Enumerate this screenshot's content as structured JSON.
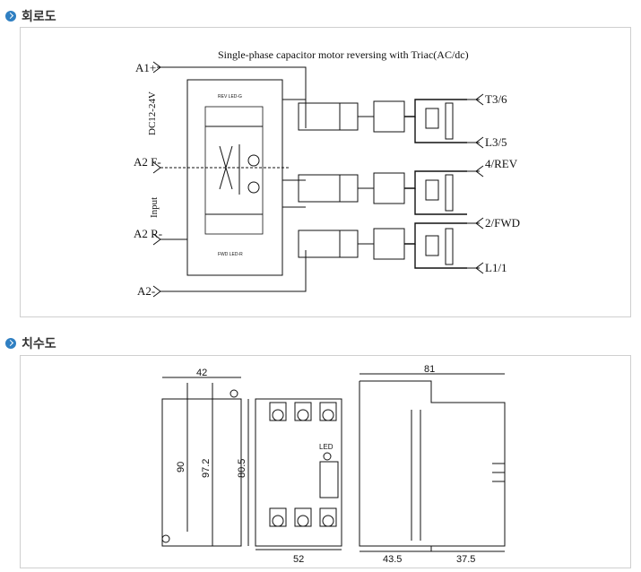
{
  "sections": {
    "circuit": {
      "heading": "회로도"
    },
    "dimensions": {
      "heading": "치수도"
    }
  },
  "circuit": {
    "title": "Single-phase capacitor motor reversing with Triac(AC/dc)",
    "left_labels": {
      "a1_plus": "A1+",
      "voltage": "DC12-24V",
      "a2_f": "A2 F-",
      "input": "Input",
      "a2_r": "A2 R-",
      "a2_minus": "A2-"
    },
    "led_labels": {
      "rev": "REV LED-G",
      "fwd": "FWD LED-R"
    },
    "right_labels": {
      "t3_6": "T3/6",
      "l3_5": "L3/5",
      "rev": "4/REV",
      "fwd": "2/FWD",
      "l1_1": "L1/1"
    }
  },
  "dimensions": {
    "width_top": "42",
    "height_inner": "90",
    "height_outer": "97.2",
    "height_front": "80.5",
    "width_front": "52",
    "led": "LED",
    "depth_total": "81",
    "depth_a": "43.5",
    "depth_b": "37.5"
  }
}
